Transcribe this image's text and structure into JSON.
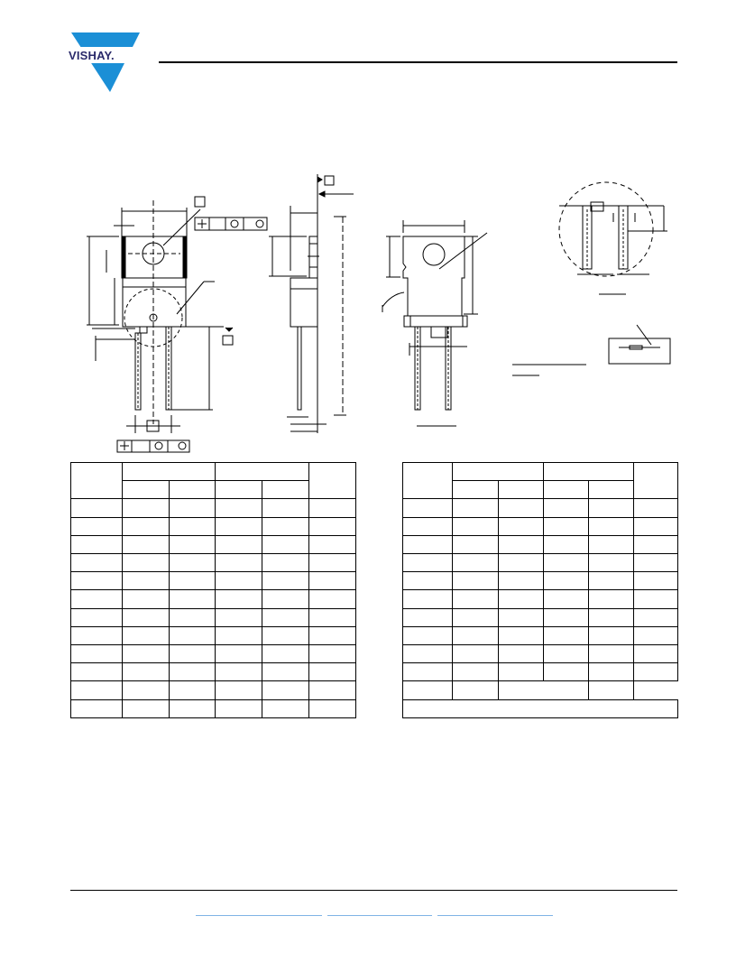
{
  "header": {
    "logo_text": "VISHAY.",
    "brand_color": "#1b8fd6"
  },
  "drawing": {
    "datum_letters": [
      "",
      "",
      "",
      ""
    ],
    "control_frames": 2
  },
  "table": {
    "left_rows": 13,
    "right_rows": 13
  },
  "footer": {
    "link_color": "#7fb4e6"
  }
}
